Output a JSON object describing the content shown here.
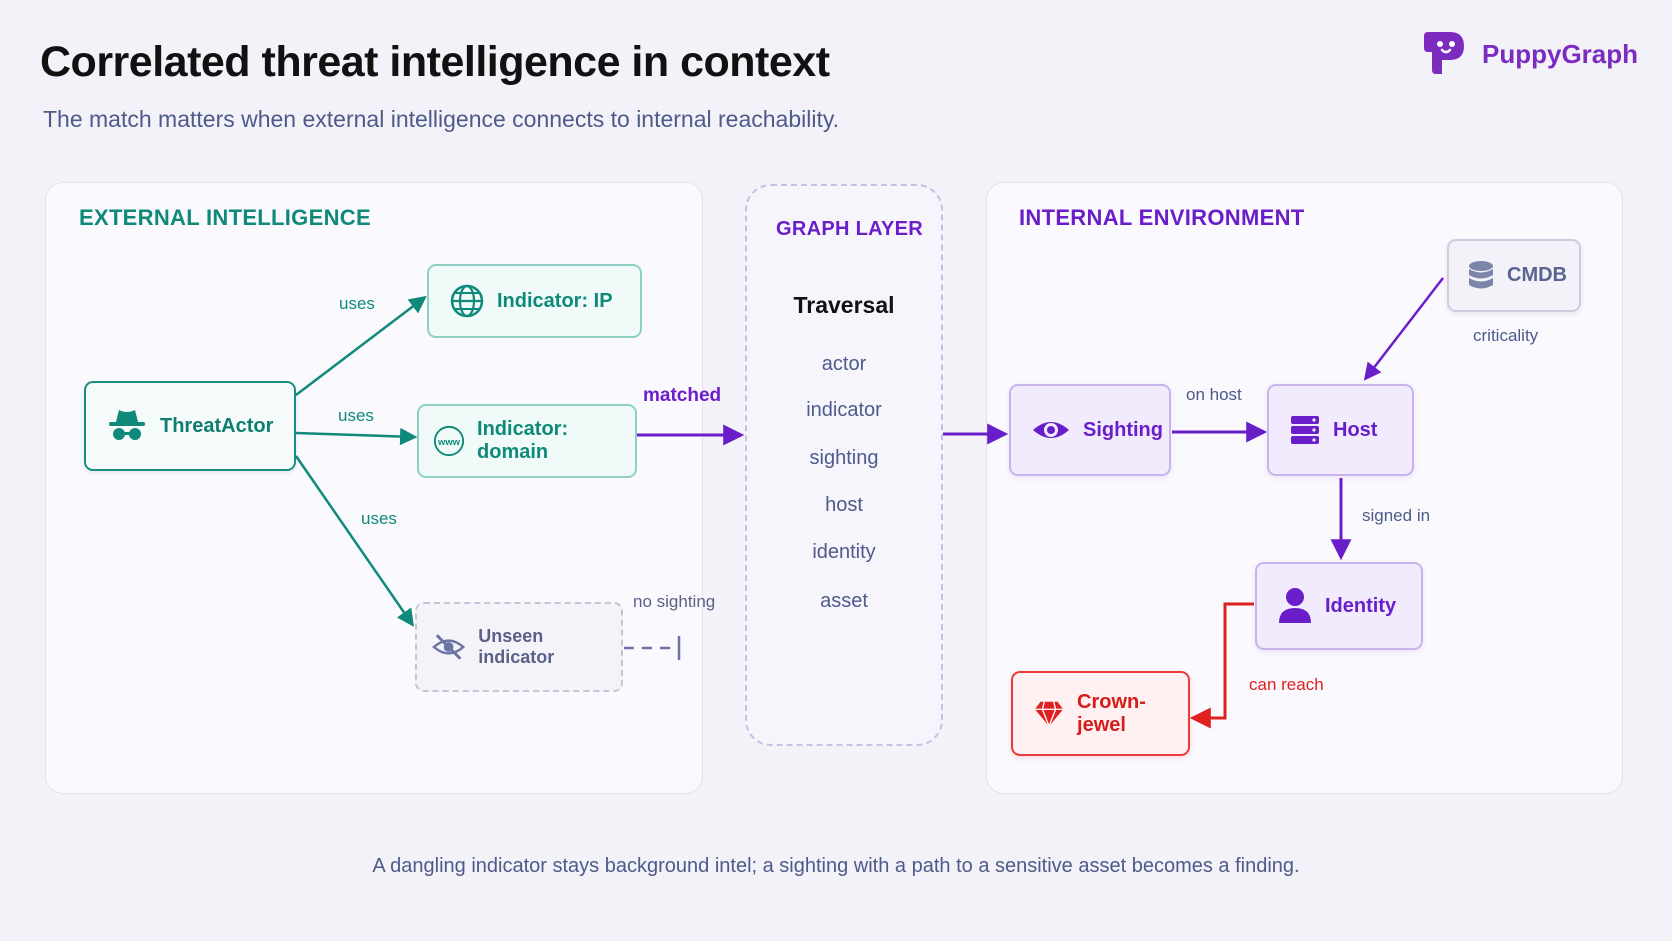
{
  "header": {
    "title": "Correlated threat intelligence in context",
    "subtitle": "The match matters when external intelligence connects to internal reachability."
  },
  "logo": {
    "text": "PuppyGraph",
    "icon": "puppygraph-logo-icon",
    "color": "#7b2cbf"
  },
  "external": {
    "label": "EXTERNAL INTELLIGENCE",
    "threat_actor": {
      "label": "ThreatActor",
      "icon": "spy-icon"
    },
    "indicator_ip": {
      "label": "Indicator: IP",
      "icon": "globe-icon"
    },
    "indicator_domain": {
      "label": "Indicator: domain",
      "icon": "www-icon"
    },
    "unseen": {
      "label": "Unseen indicator",
      "icon": "eye-off-icon"
    },
    "edges": {
      "uses_ip": "uses",
      "uses_domain": "uses",
      "uses_unseen": "uses",
      "no_sighting": "no sighting"
    }
  },
  "graph_layer": {
    "label": "GRAPH LAYER",
    "heading": "Traversal",
    "items": [
      "actor",
      "indicator",
      "sighting",
      "host",
      "identity",
      "asset"
    ],
    "matched": "matched"
  },
  "internal": {
    "label": "INTERNAL ENVIRONMENT",
    "cmdb": {
      "label": "CMDB",
      "icon": "database-icon"
    },
    "sighting": {
      "label": "Sighting",
      "icon": "eye-icon"
    },
    "host": {
      "label": "Host",
      "icon": "server-icon"
    },
    "identity": {
      "label": "Identity",
      "icon": "user-icon"
    },
    "crown": {
      "label": "Crown-jewel",
      "icon": "gem-icon"
    },
    "edges": {
      "criticality": "criticality",
      "on_host": "on host",
      "signed_in": "signed in",
      "can_reach": "can reach"
    }
  },
  "footer": "A dangling indicator stays background intel; a sighting with a path to a sensitive asset becomes a finding.",
  "colors": {
    "teal": "#0f8a7a",
    "purple": "#6a1ec9",
    "red": "#e02020",
    "muted": "#4d5a8a"
  }
}
